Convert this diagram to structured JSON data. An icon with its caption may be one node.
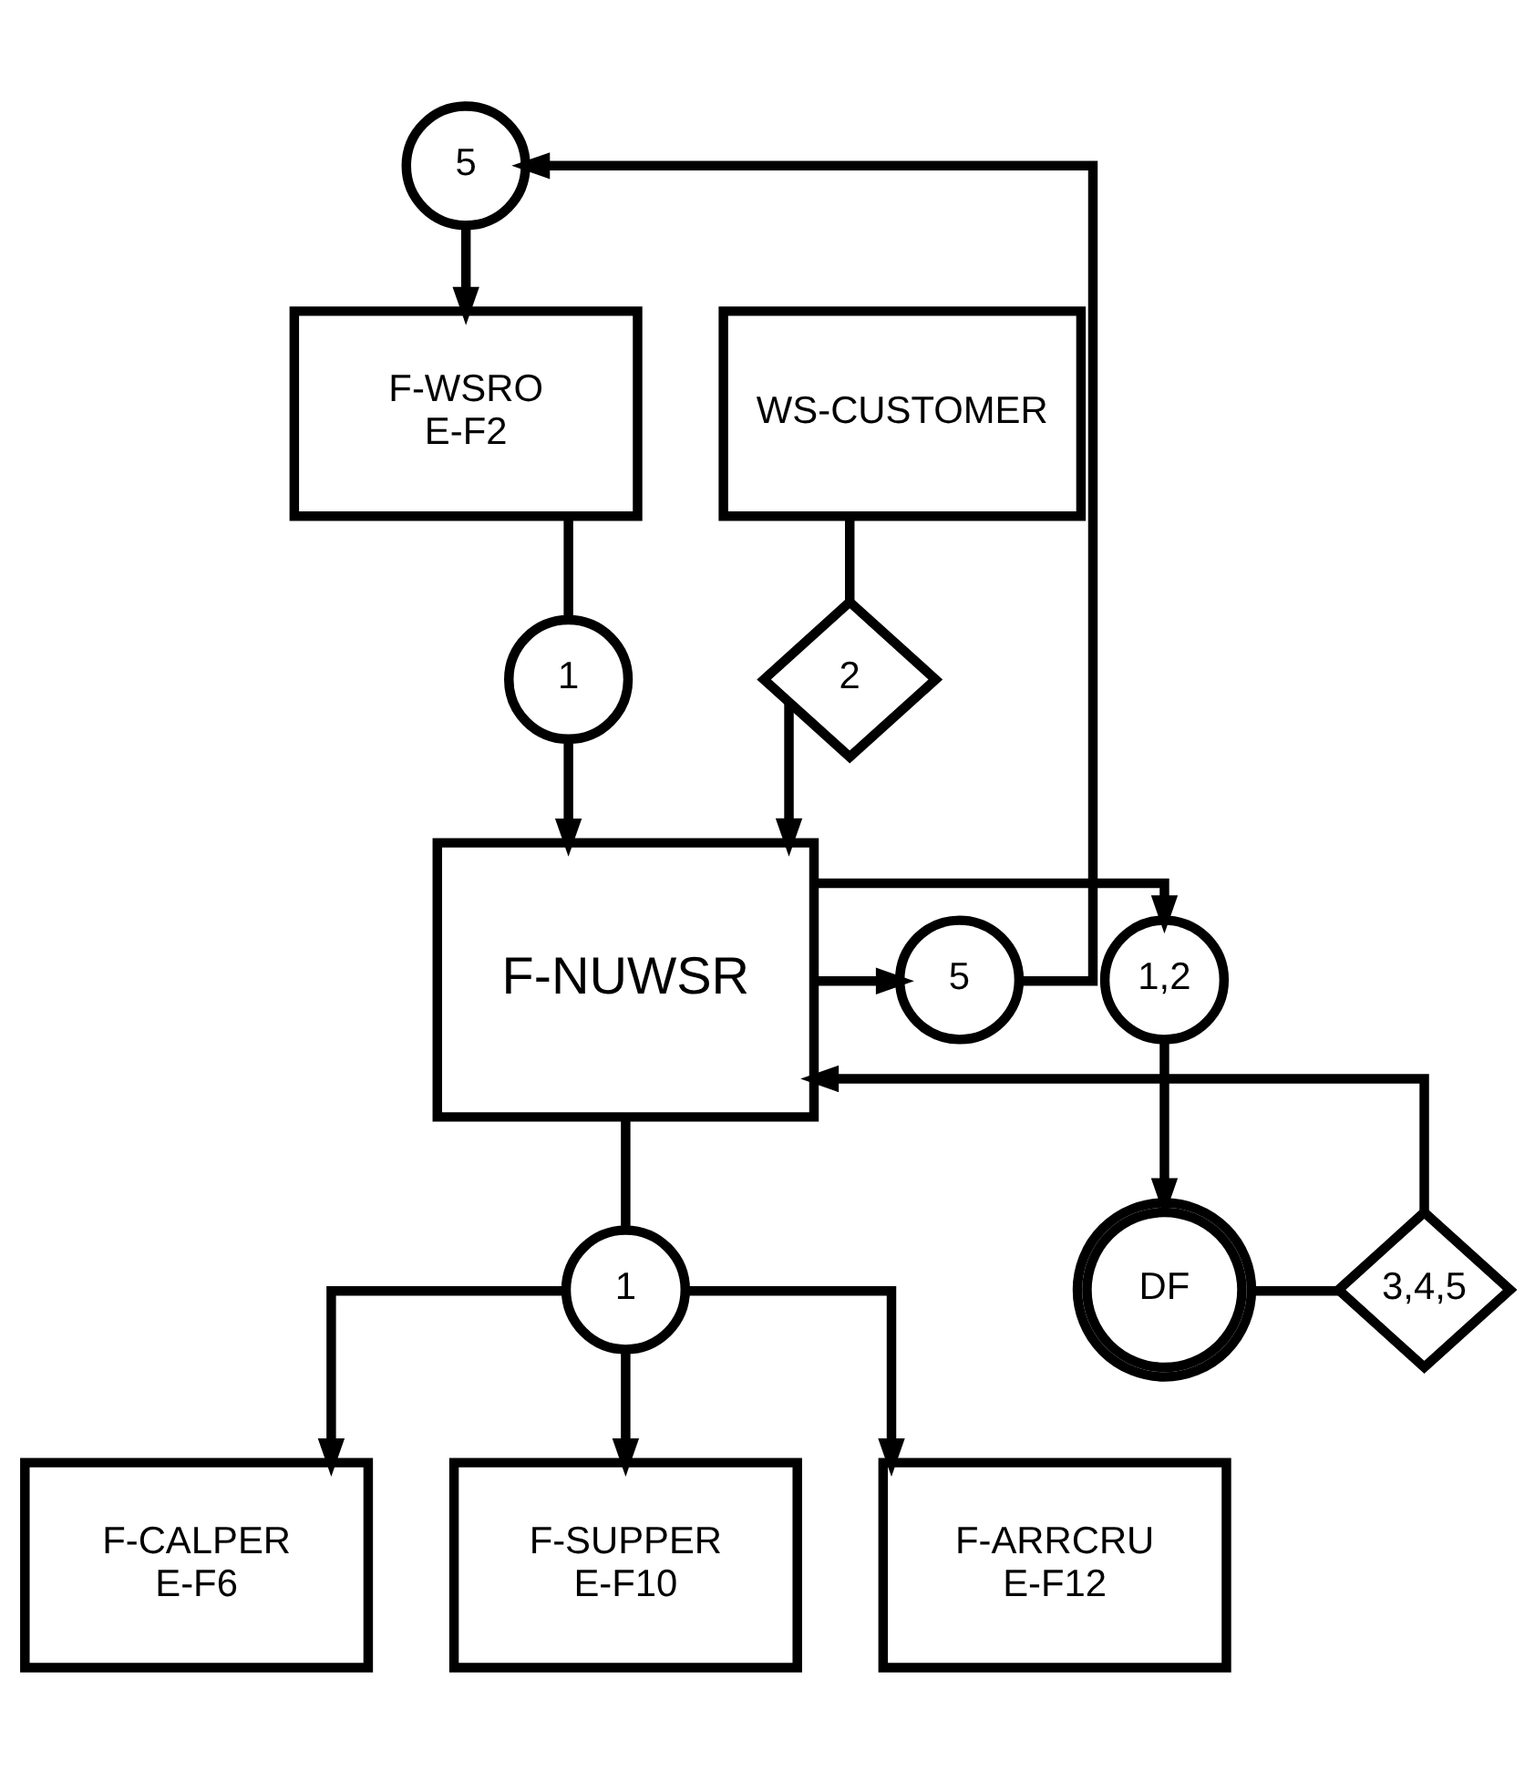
{
  "diagram": {
    "nodes": [
      {
        "text": [
          "F-WSRO",
          "E-F2"
        ]
      },
      {
        "text": [
          "WS-CUSTOMER"
        ]
      },
      {
        "text": [
          "1"
        ]
      },
      {
        "text": [
          "2"
        ]
      },
      {
        "text": [
          "F-NUWSR"
        ]
      },
      {
        "text": [
          "1,2"
        ]
      },
      {
        "text": [
          "5"
        ]
      },
      {
        "text": [
          "5"
        ]
      },
      {
        "text": [
          "DF"
        ]
      },
      {
        "text": [
          "3,4,5"
        ]
      },
      {
        "text": [
          "1"
        ]
      },
      {
        "text": [
          "F-CALPER",
          "E-F6"
        ]
      },
      {
        "text": [
          "F-SUPPER",
          "E-F10"
        ]
      },
      {
        "text": [
          "F-ARRCRU",
          "E-F12"
        ]
      }
    ],
    "edges": [
      {
        "from": 0,
        "to": 2,
        "arrow": "none"
      },
      {
        "from": 2,
        "to": 4,
        "arrow": "to"
      },
      {
        "from": 1,
        "to": 3,
        "arrow": "none"
      },
      {
        "from": 3,
        "to": 4,
        "arrow": "to"
      },
      {
        "from": 4,
        "to": 5,
        "arrow": "to"
      },
      {
        "from": 5,
        "to": 8,
        "arrow": "to"
      },
      {
        "from": 8,
        "to": 9,
        "arrow": "none"
      },
      {
        "from": 9,
        "to": 4,
        "arrow": "to"
      },
      {
        "from": 4,
        "to": 6,
        "arrow": "to"
      },
      {
        "from": 6,
        "to": 7,
        "arrow": "to"
      },
      {
        "from": 7,
        "to": 0,
        "arrow": "to"
      },
      {
        "from": 4,
        "to": 10,
        "arrow": "none"
      },
      {
        "from": 10,
        "to": 11,
        "arrow": "to"
      },
      {
        "from": 10,
        "to": 12,
        "arrow": "to"
      },
      {
        "from": 10,
        "to": 13,
        "arrow": "to"
      }
    ]
  }
}
